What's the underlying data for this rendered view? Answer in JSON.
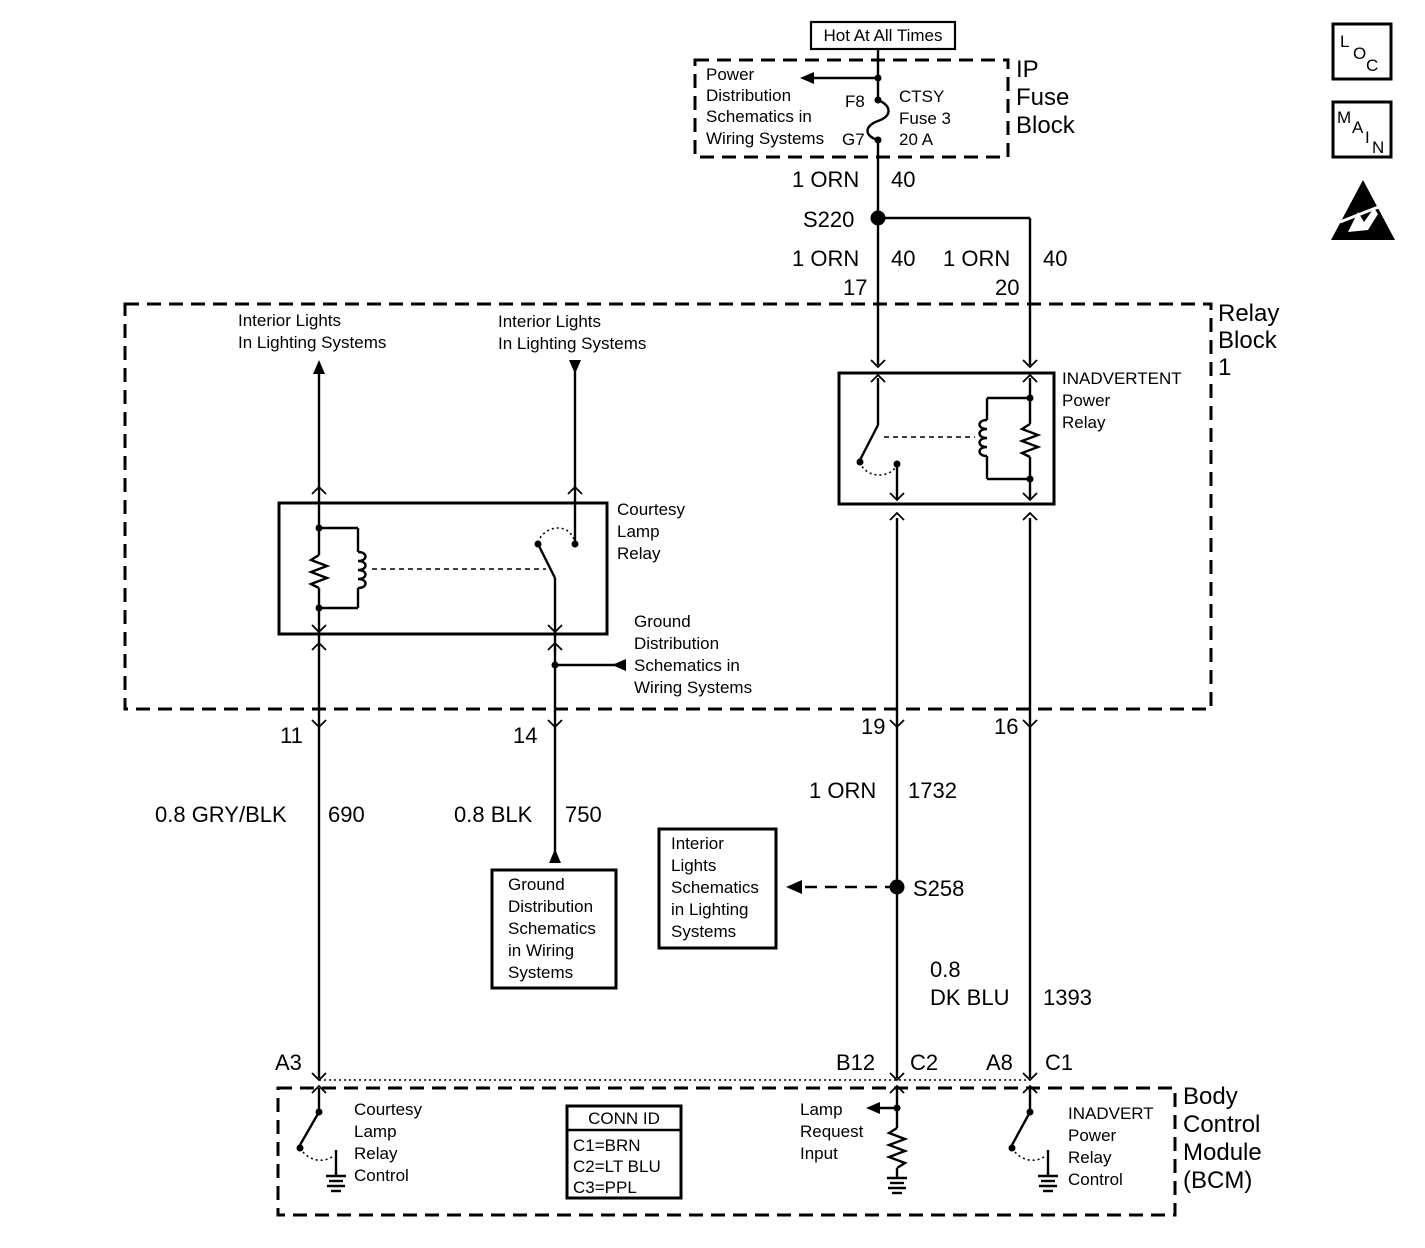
{
  "power_source": {
    "label": "Hot At All Times"
  },
  "ip_fuse_block": {
    "title_lines": [
      "IP",
      "Fuse",
      "Block"
    ],
    "power_dist_ref": [
      "Power",
      "Distribution",
      "Schematics in",
      "Wiring Systems"
    ],
    "pin_in": "F8",
    "pin_out": "G7",
    "fuse_lines": [
      "CTSY",
      "Fuse 3",
      "20 A"
    ]
  },
  "wires": {
    "fuse_out": {
      "gauge_color": "1 ORN",
      "circuit": "40"
    },
    "relay_17": {
      "gauge_color": "1 ORN",
      "circuit": "40",
      "pin": "17"
    },
    "relay_20": {
      "gauge_color": "1 ORN",
      "circuit": "40",
      "pin": "20"
    },
    "courtesy_ctrl": {
      "gauge_color": "0.8 GRY/BLK",
      "circuit": "690",
      "relay_pin": "11"
    },
    "ground": {
      "gauge_color": "0.8 BLK",
      "circuit": "750",
      "relay_pin": "14"
    },
    "lamp_request": {
      "gauge_color": "1 ORN",
      "circuit": "1732",
      "relay_pin": "19"
    },
    "inadvert_ctrl": {
      "gauge_lines": [
        "0.8",
        "DK BLU"
      ],
      "circuit": "1393",
      "relay_pin": "16"
    }
  },
  "splices": {
    "s220": "S220",
    "s258": "S258"
  },
  "relay_block": {
    "title_lines": [
      "Relay",
      "Block",
      "1"
    ],
    "interior_lights_ref_1": [
      "Interior Lights",
      "In Lighting Systems"
    ],
    "interior_lights_ref_2": [
      "Interior Lights",
      "In Lighting Systems"
    ],
    "courtesy_relay": [
      "Courtesy",
      "Lamp",
      "Relay"
    ],
    "inadvertent_relay": [
      "INADVERTENT",
      "Power",
      "Relay"
    ],
    "ground_dist_ref": [
      "Ground",
      "Distribution",
      "Schematics in",
      "Wiring Systems"
    ]
  },
  "ground_box": [
    "Ground",
    "Distribution",
    "Schematics",
    "in Wiring",
    "Systems"
  ],
  "interior_lights_box": [
    "Interior",
    "Lights",
    "Schematics",
    "in Lighting",
    "Systems"
  ],
  "bcm": {
    "title_lines": [
      "Body",
      "Control",
      "Module",
      "(BCM)"
    ],
    "pins": {
      "a3": "A3",
      "b12": "B12",
      "c2": "C2",
      "a8": "A8",
      "c1": "C1"
    },
    "courtesy_control": [
      "Courtesy",
      "Lamp",
      "Relay",
      "Control"
    ],
    "lamp_request_input": [
      "Lamp",
      "Request",
      "Input"
    ],
    "inadvert_control": [
      "INADVERT",
      "Power",
      "Relay",
      "Control"
    ],
    "conn_id": {
      "title": "CONN ID",
      "rows": [
        "C1=BRN",
        "C2=LT BLU",
        "C3=PPL"
      ]
    }
  },
  "side_icons": {
    "loc_letters": [
      "L",
      "O",
      "C"
    ],
    "main_letters": [
      "M",
      "A",
      "I",
      "N"
    ]
  }
}
